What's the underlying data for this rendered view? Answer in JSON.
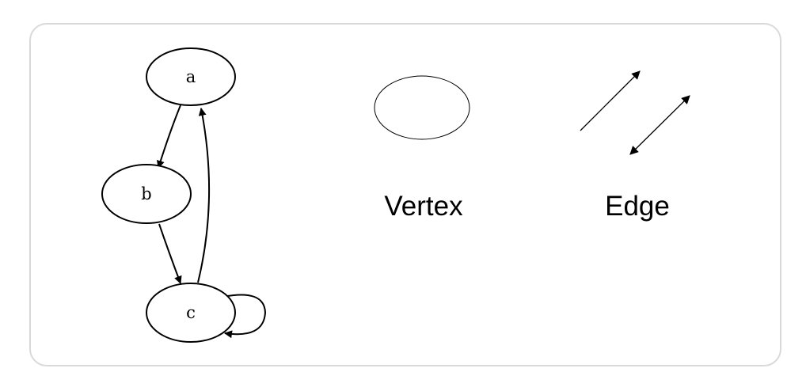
{
  "graph": {
    "nodes": [
      {
        "id": "a",
        "label": "a"
      },
      {
        "id": "b",
        "label": "b"
      },
      {
        "id": "c",
        "label": "c"
      }
    ],
    "edges": [
      {
        "from": "a",
        "to": "b"
      },
      {
        "from": "b",
        "to": "c"
      },
      {
        "from": "c",
        "to": "a"
      },
      {
        "from": "c",
        "to": "c"
      }
    ]
  },
  "legend": {
    "vertex_label": "Vertex",
    "edge_label": "Edge"
  },
  "colors": {
    "panel_border": "#d9d9d9",
    "stroke": "#000000"
  }
}
